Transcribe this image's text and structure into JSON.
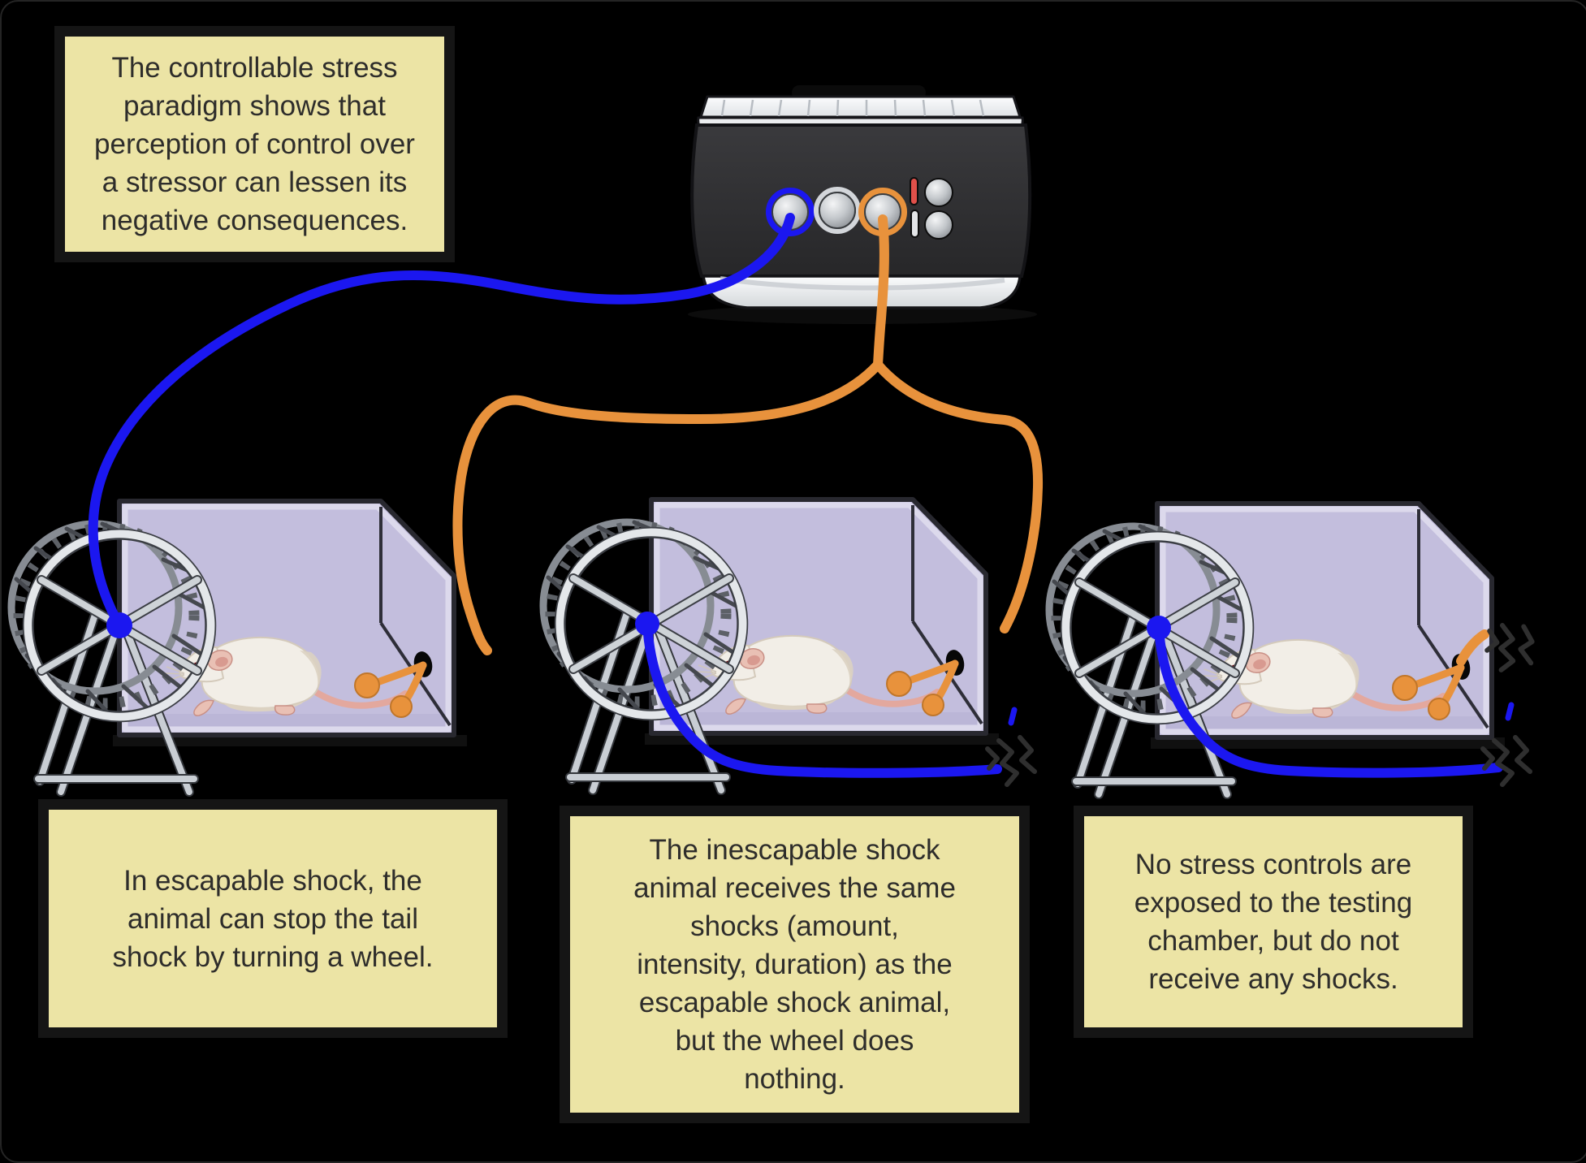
{
  "colors": {
    "background": "#000000",
    "note_bg": "#ece4a5",
    "note_edge": "#151515",
    "note_text": "#2e2d2b",
    "wire_blue": "#1b17f0",
    "wire_orange": "#e8923c",
    "chamber_wall": "#c3bedd",
    "chamber_wall_edge": "#dcd9ec",
    "chamber_outline": "#28282f",
    "device_body": "#313134",
    "device_metal": "#eceef0",
    "indicator_red": "#e0504a"
  },
  "notes": {
    "intro": "The controllable stress\nparadigm shows that\nperception of control over\na stressor can lessen its\nnegative consequences.",
    "escapable": "In escapable shock, the\nanimal can stop the tail\nshock by turning a wheel.",
    "inescapable": "The inescapable shock\nanimal receives the same\nshocks (amount,\nintensity, duration) as the\nescapable shock animal,\nbut the wheel does\nnothing.",
    "no_stress": "No stress controls are\nexposed to the testing\nchamber, but do not\nreceive any shocks."
  },
  "scene": {
    "device": "shock generator",
    "chambers": [
      {
        "condition": "escapable shock",
        "wheel_wire": "connected",
        "tail_wire": "connected"
      },
      {
        "condition": "inescapable shock",
        "wheel_wire": "cut",
        "tail_wire": "connected"
      },
      {
        "condition": "no stress control",
        "wheel_wire": "cut",
        "tail_wire": "cut"
      }
    ]
  }
}
